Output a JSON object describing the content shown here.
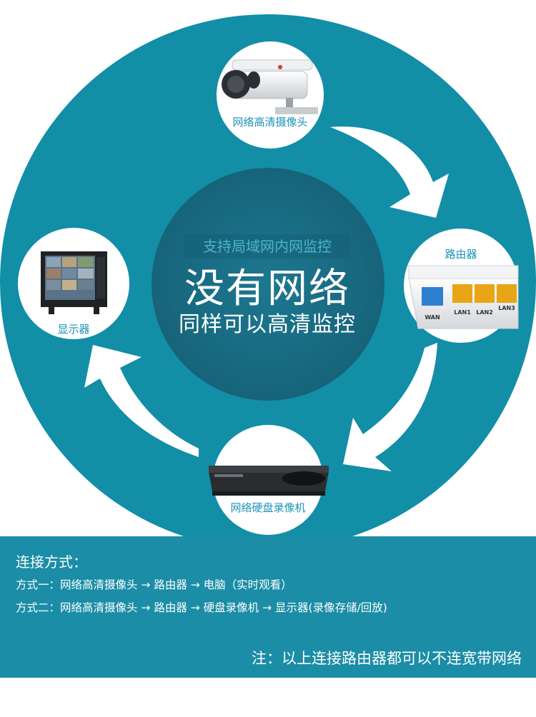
{
  "center": {
    "tag": "支持局域网内网监控",
    "headline": "没有网络",
    "subline": "同样可以高清监控"
  },
  "nodes": {
    "camera": {
      "label": "网络高清摄像头"
    },
    "router": {
      "label": "路由器",
      "ports": [
        "WAN",
        "LAN1",
        "LAN2",
        "LAN3"
      ]
    },
    "dvr": {
      "label": "网络硬盘录像机"
    },
    "monitor": {
      "label": "显示器"
    }
  },
  "connection": {
    "title": "连接方式：",
    "methods": [
      "方式一：网络高清摄像头 → 路由器 → 电脑（实时观看）",
      "方式二：网络高清摄像头 → 路由器 → 硬盘录像机 → 显示器(录像存储/回放)"
    ],
    "note": "注：以上连接路由器都可以不连宽带网络"
  },
  "colors": {
    "big_circle": "#128ea7",
    "inner_circle": "#1a6f87",
    "panel": "#1b8da6",
    "label": "#1d93b6"
  }
}
